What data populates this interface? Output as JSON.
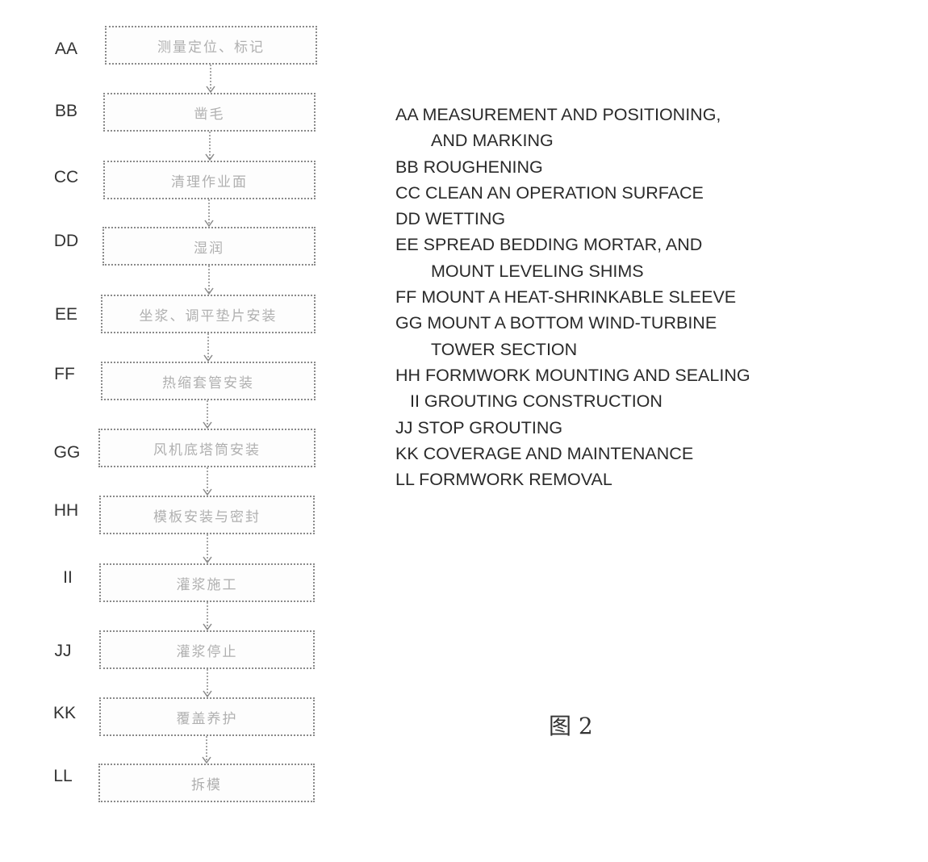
{
  "flowchart": {
    "steps": [
      {
        "code": "AA",
        "box_text": "测量定位、标记"
      },
      {
        "code": "BB",
        "box_text": "凿毛"
      },
      {
        "code": "CC",
        "box_text": "清理作业面"
      },
      {
        "code": "DD",
        "box_text": "湿润"
      },
      {
        "code": "EE",
        "box_text": "坐浆、调平垫片安装"
      },
      {
        "code": "FF",
        "box_text": "热缩套管安装"
      },
      {
        "code": "GG",
        "box_text": "风机底塔筒安装"
      },
      {
        "code": "HH",
        "box_text": "模板安装与密封"
      },
      {
        "code": "II",
        "box_text": "灌浆施工"
      },
      {
        "code": "JJ",
        "box_text": "灌浆停止"
      },
      {
        "code": "KK",
        "box_text": "覆盖养护"
      },
      {
        "code": "LL",
        "box_text": "拆模"
      }
    ]
  },
  "legend": {
    "lines": [
      {
        "text": "AA MEASUREMENT AND POSITIONING,",
        "style": "main"
      },
      {
        "text": "AND MARKING",
        "style": "cont"
      },
      {
        "text": "BB ROUGHENING",
        "style": "main"
      },
      {
        "text": "CC CLEAN AN OPERATION SURFACE",
        "style": "main"
      },
      {
        "text": "DD WETTING",
        "style": "main"
      },
      {
        "text": "EE SPREAD BEDDING MORTAR, AND",
        "style": "main"
      },
      {
        "text": "MOUNT LEVELING SHIMS",
        "style": "cont"
      },
      {
        "text": "FF MOUNT A HEAT-SHRINKABLE SLEEVE",
        "style": "main"
      },
      {
        "text": "GG MOUNT A BOTTOM WIND-TURBINE",
        "style": "main"
      },
      {
        "text": "TOWER SECTION",
        "style": "cont"
      },
      {
        "text": "HH FORMWORK MOUNTING AND SEALING",
        "style": "main"
      },
      {
        "text": "II GROUTING CONSTRUCTION",
        "style": "indent-ii"
      },
      {
        "text": "JJ STOP GROUTING",
        "style": "main"
      },
      {
        "text": "KK COVERAGE AND MAINTENANCE",
        "style": "main"
      },
      {
        "text": "LL FORMWORK REMOVAL",
        "style": "main"
      }
    ]
  },
  "figure": {
    "caption": "图 2"
  }
}
